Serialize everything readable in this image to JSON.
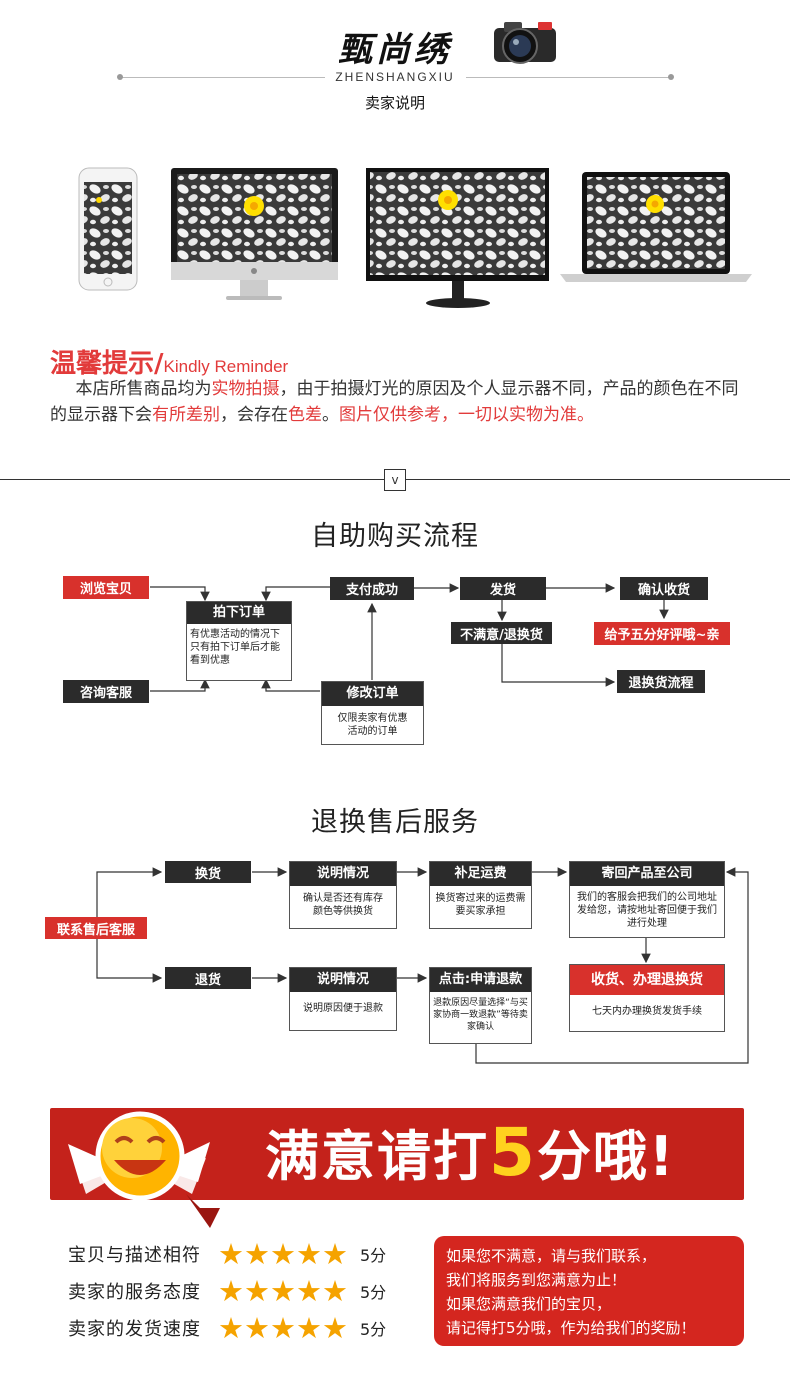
{
  "header": {
    "brand_logo": "甄尚绣",
    "brand_en": "ZHENSHANGXIU",
    "subtitle": "卖家说明"
  },
  "reminder": {
    "title_cn": "温馨提示/",
    "title_en": "Kindly Reminder",
    "p1": "本店所售商品均为",
    "p1_red": "实物拍摄",
    "p2": "，由于拍摄灯光的原因及个人显示器不同，产品的颜色在不同的显示器下会",
    "p2_red": "有所差别",
    "p3": "，会存在",
    "p3_red": "色差",
    "p4": "。",
    "p4_red": "图片仅供参考，一切以实物为准。"
  },
  "divider_icon": "v",
  "purchase": {
    "title": "自助购买流程",
    "browse": "浏览宝贝",
    "consult": "咨询客服",
    "order_head": "拍下订单",
    "order_body": "有优惠活动的情况下只有拍下订单后才能看到优惠",
    "pay": "支付成功",
    "modify_head": "修改订单",
    "modify_body": "仅限卖家有优惠活动的订单",
    "ship": "发货",
    "unsatisfied": "不满意/退换货",
    "confirm": "确认收货",
    "good_review": "给予五分好评哦~亲",
    "return_flow": "退换货流程"
  },
  "aftersale": {
    "title": "退换售后服务",
    "contact": "联系售后客服",
    "exchange": "换货",
    "refund": "退货",
    "explain1_head": "说明情况",
    "explain1_body": "确认是否还有库存颜色等供换货",
    "freight_head": "补足运费",
    "freight_body": "换货寄过来的运费需要买家承担",
    "return_head": "寄回产品至公司",
    "return_body": "我们的客服会把我们的公司地址发给您，请按地址寄回便于我们进行处理",
    "explain2_head": "说明情况",
    "explain2_body": "说明原因便于退款",
    "apply_head": "点击:申请退款",
    "apply_body": "退款原因尽量选择“与买家协商一致退款”等待卖家确认",
    "receive_head": "收货、办理退换货",
    "receive_body": "七天内办理换货发货手续"
  },
  "banner": {
    "text_before": "满意请打",
    "number": "5",
    "text_after": "分哦!"
  },
  "ratings": [
    {
      "label": "宝贝与描述相符",
      "stars": 5,
      "score": "5分"
    },
    {
      "label": "卖家的服务态度",
      "stars": 5,
      "score": "5分"
    },
    {
      "label": "卖家的发货速度",
      "stars": 5,
      "score": "5分"
    }
  ],
  "message": {
    "line1": "如果您不满意，请与我们联系，",
    "line2": "我们将服务到您满意为止！",
    "line3": "如果您满意我们的宝贝，",
    "line4": "请记得打5分哦，作为给我们的奖励！"
  },
  "colors": {
    "accent_red": "#d8312c",
    "dark_box": "#2b2b2b",
    "star": "#f5a300",
    "banner_yellow": "#ffd21e"
  }
}
